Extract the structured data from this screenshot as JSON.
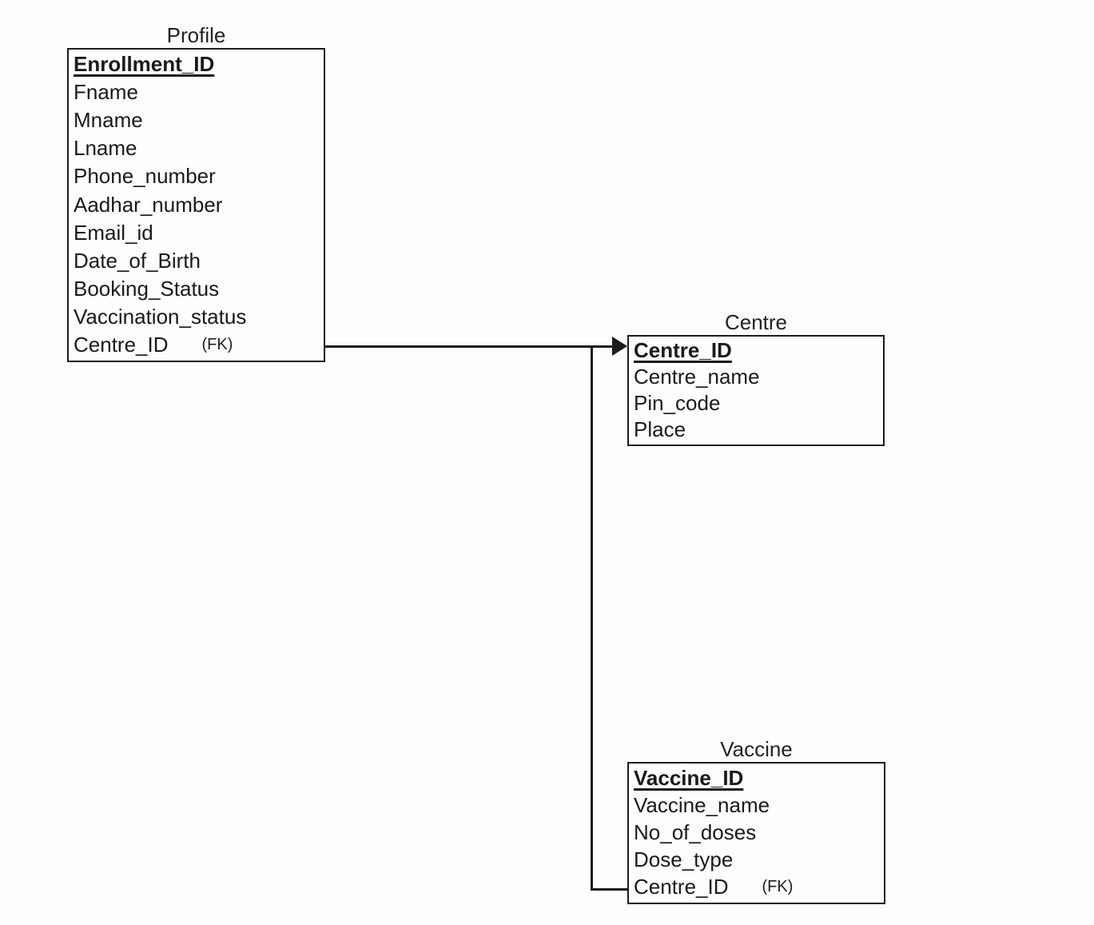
{
  "diagram": {
    "type": "entity-relationship-diagram",
    "background_color": "#fdfdfd",
    "line_color": "#1c1c1c",
    "text_color": "#1a1a1a"
  },
  "entities": [
    {
      "title": "Profile",
      "fields": [
        {
          "name": "Enrollment_ID",
          "key": "PK"
        },
        {
          "name": "Fname"
        },
        {
          "name": "Mname"
        },
        {
          "name": "Lname"
        },
        {
          "name": "Phone_number"
        },
        {
          "name": "Aadhar_number"
        },
        {
          "name": "Email_id"
        },
        {
          "name": "Date_of_Birth"
        },
        {
          "name": "Booking_Status"
        },
        {
          "name": "Vaccination_status"
        },
        {
          "name": "Centre_ID",
          "key": "FK",
          "fk_label": "(FK)"
        }
      ]
    },
    {
      "title": "Centre",
      "fields": [
        {
          "name": "Centre_ID",
          "key": "PK"
        },
        {
          "name": "Centre_name"
        },
        {
          "name": "Pin_code"
        },
        {
          "name": "Place"
        }
      ]
    },
    {
      "title": "Vaccine",
      "fields": [
        {
          "name": "Vaccine_ID",
          "key": "PK"
        },
        {
          "name": "Vaccine_name"
        },
        {
          "name": "No_of_doses"
        },
        {
          "name": "Dose_type"
        },
        {
          "name": "Centre_ID",
          "key": "FK",
          "fk_label": "(FK)"
        }
      ]
    }
  ],
  "relationships": [
    {
      "from": "Profile.Centre_ID",
      "to": "Centre.Centre_ID",
      "arrow_at": "Centre"
    },
    {
      "from": "Vaccine.Centre_ID",
      "to": "Centre.Centre_ID",
      "arrow_at": "Centre"
    }
  ]
}
